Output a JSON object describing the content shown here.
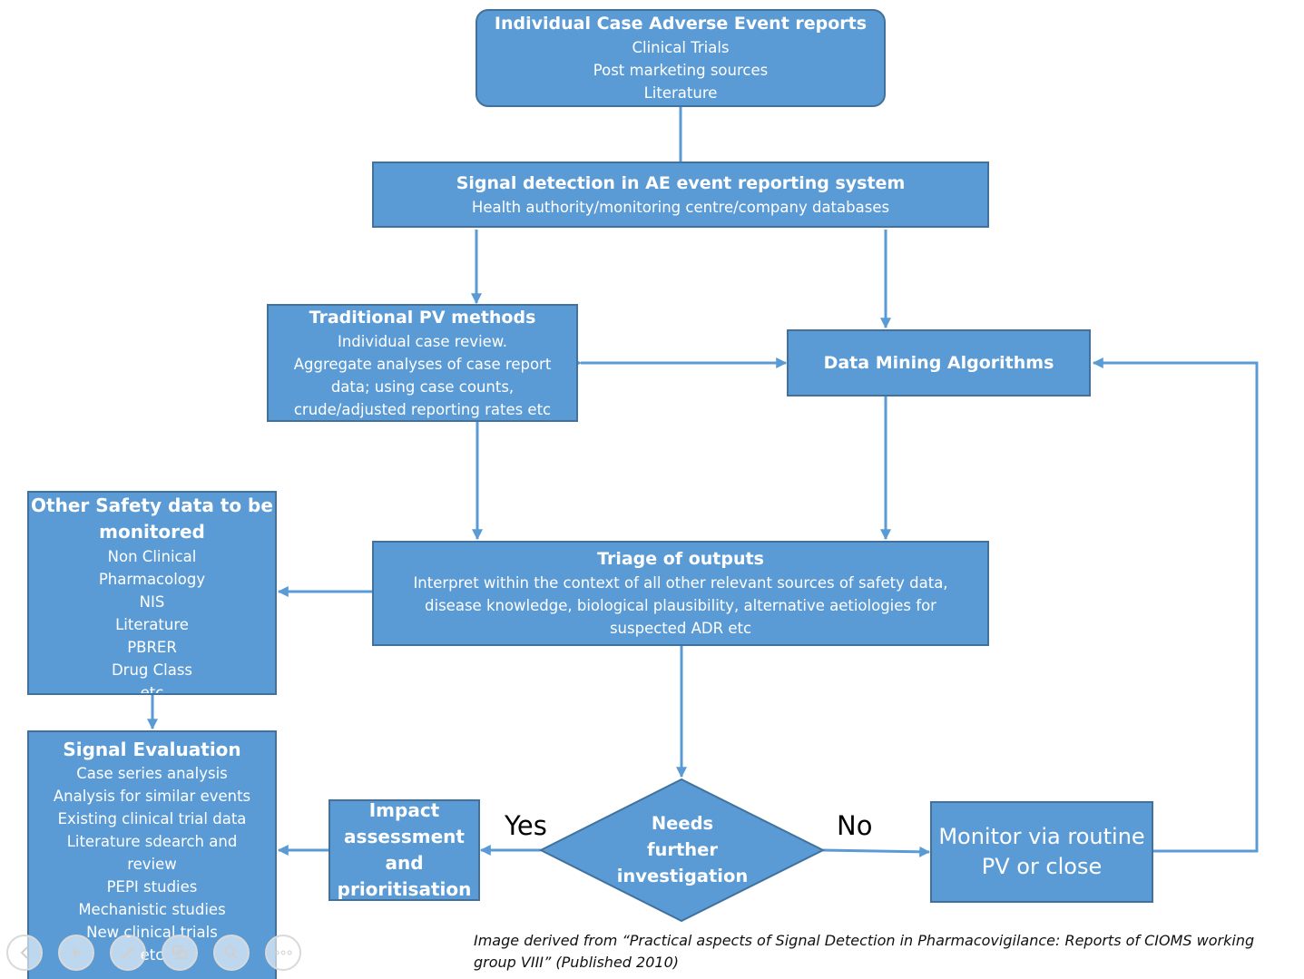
{
  "top_box": {
    "title": "Individual Case Adverse Event reports",
    "lines": [
      "Clinical Trials",
      "Post marketing sources",
      "Literature"
    ]
  },
  "signal_detection": {
    "title": "Signal detection in AE event reporting system",
    "lines": [
      "Health authority/monitoring centre/company databases"
    ]
  },
  "traditional": {
    "title": "Traditional PV methods",
    "lines": [
      "Individual  case review.",
      "Aggregate analyses of case report",
      "data; using case counts,",
      "crude/adjusted reporting rates etc"
    ]
  },
  "data_mining": {
    "title": "Data Mining Algorithms"
  },
  "other_safety": {
    "title_1": "Other Safety data to be",
    "title_2": "monitored",
    "lines": [
      "Non Clinical",
      "Pharmacology",
      "NIS",
      "Literature",
      "PBRER",
      "Drug Class",
      "etc"
    ]
  },
  "triage": {
    "title": "Triage of outputs",
    "lines": [
      "Interpret within the context of all other relevant sources of safety data,",
      "disease knowledge, biological plausibility, alternative aetiologies for",
      "suspected ADR etc"
    ]
  },
  "signal_evaluation": {
    "title": "Signal Evaluation",
    "lines": [
      "Case series analysis",
      "Analysis for similar events",
      "Existing clinical trial data",
      "Literature sdearch and",
      "review",
      "PEPI studies",
      "Mechanistic studies",
      "New clinical trials",
      "etc"
    ]
  },
  "impact": {
    "lines": [
      "Impact",
      "assessment",
      "and",
      "prioritisation"
    ]
  },
  "decision": {
    "lines": [
      "Needs",
      "further",
      "investigation"
    ]
  },
  "monitor": {
    "lines": [
      "Monitor via routine",
      "PV or close"
    ]
  },
  "yes_label": "Yes",
  "no_label": "No",
  "caption": {
    "line1": "Image derived from “Practical aspects of Signal Detection in Pharmacovigilance: Reports of CIOMS working",
    "line2": "group VIII” (Published 2010)"
  },
  "colors": {
    "box_fill": "#5b9bd5",
    "box_border": "#41719c",
    "arrow": "#5b9bd5"
  },
  "slideshow_controls": [
    "previous-icon",
    "next-icon",
    "pen-icon",
    "slides-icon",
    "zoom-icon",
    "more-icon"
  ]
}
